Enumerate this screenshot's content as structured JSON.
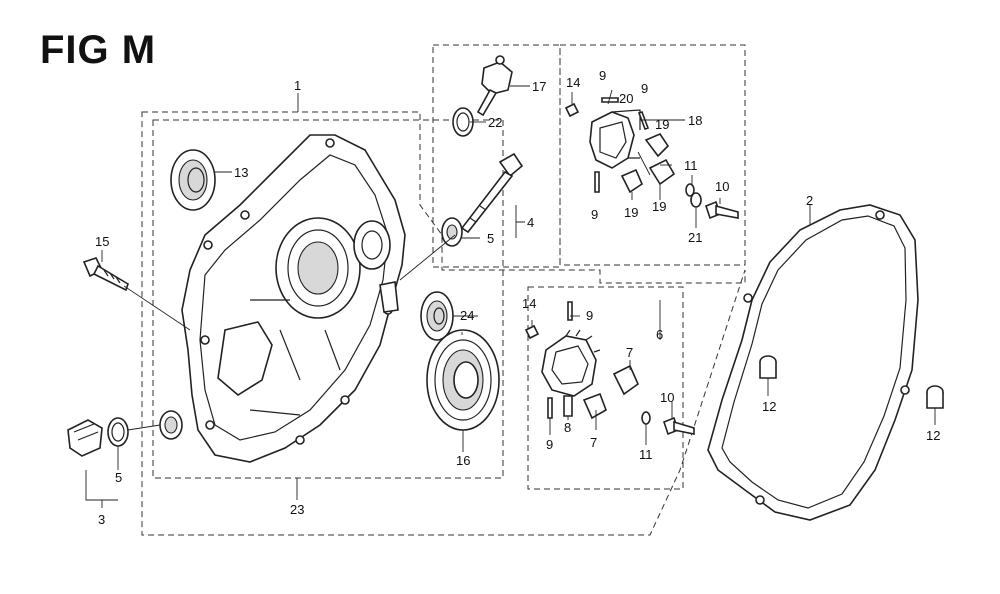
{
  "figure": {
    "title": "FIG M"
  },
  "callouts": {
    "p1": "1",
    "p2": "2",
    "p3": "3",
    "p4": "4",
    "p5a": "5",
    "p5b": "5",
    "p6": "6",
    "p7a": "7",
    "p7b": "7",
    "p8": "8",
    "p9a": "9",
    "p9b": "9",
    "p9c": "9",
    "p9d": "9",
    "p9e": "9",
    "p10a": "10",
    "p10b": "10",
    "p11a": "11",
    "p11b": "11",
    "p12a": "12",
    "p12b": "12",
    "p13": "13",
    "p14a": "14",
    "p14b": "14",
    "p15": "15",
    "p16": "16",
    "p17": "17",
    "p18": "18",
    "p19a": "19",
    "p19b": "19",
    "p19c": "19",
    "p20": "20",
    "p21": "21",
    "p22": "22",
    "p23": "23",
    "p24": "24"
  }
}
